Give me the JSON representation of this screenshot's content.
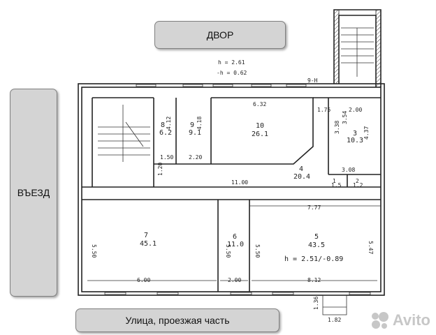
{
  "labels": {
    "yard": "ДВОР",
    "entry": "ВЪЕЗД",
    "street": "Улица, проезжая часть"
  },
  "heights": {
    "h1": "h = 2.61",
    "h2": "-h = 0.62"
  },
  "stair_mark": "9-Н",
  "rooms": {
    "r8": {
      "num": "8",
      "area": "6.2"
    },
    "r9": {
      "num": "9",
      "area": "9.1"
    },
    "r10": {
      "num": "10",
      "area": "26.1"
    },
    "r4": {
      "num": "4",
      "area": "20.4"
    },
    "r3": {
      "num": "3",
      "area": "10.3"
    },
    "r7": {
      "num": "7",
      "area": "45.1"
    },
    "r6": {
      "num": "6",
      "area": "11.0"
    },
    "r5": {
      "num": "5",
      "area": "43.5",
      "height": "h = 2.51/-0.89"
    },
    "r1": {
      "num": "1",
      "area": "1.5"
    },
    "r2": {
      "num": "2",
      "area": "1.2"
    }
  },
  "dims": {
    "d632": "6.32",
    "d175": "1.75",
    "d200a": "2.00",
    "d412a": "4.12",
    "d418": "4.18",
    "d150": "1.50",
    "d220": "2.20",
    "d338": "3.38",
    "d354": "3.54",
    "d437": "4.37",
    "d308": "3.08",
    "d120": "1.20",
    "d1100": "11.00",
    "d777": "7.77",
    "d550a": "5.50",
    "d550b": "5.50",
    "d550c": "5.50",
    "d547": "5.47",
    "d600": "6.00",
    "d200b": "2.00",
    "d812": "8.12",
    "d136": "1.36",
    "d182": "1.82"
  },
  "watermark": {
    "text": "Avito",
    "icon": "avito-logo-icon"
  }
}
